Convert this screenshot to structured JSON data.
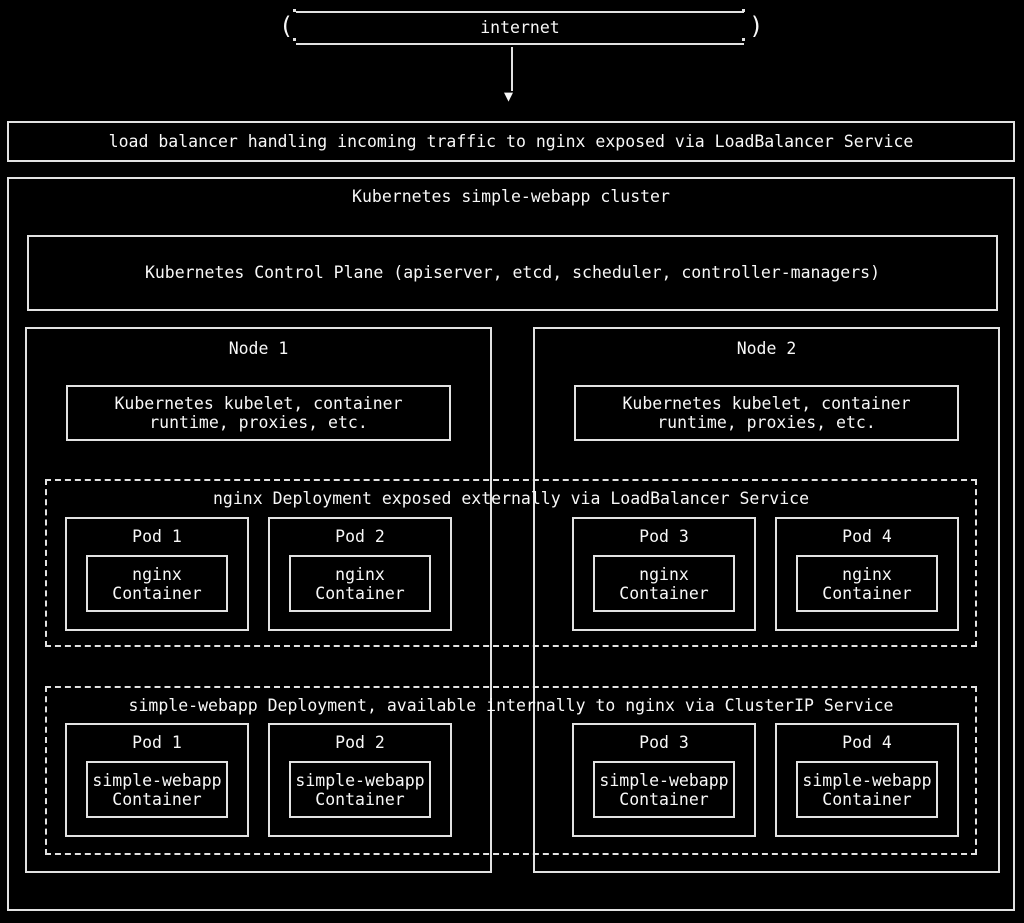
{
  "colors": {
    "background": "#000000",
    "border": "#e2e2e2",
    "text": "#f8f8f8"
  },
  "internet": {
    "label": "internet",
    "left_paren": "(",
    "right_paren": ")"
  },
  "flow": {
    "arrow_down_icon": "▼"
  },
  "load_balancer": {
    "label": "load balancer handling incoming traffic to nginx exposed via LoadBalancer Service"
  },
  "cluster": {
    "title": "Kubernetes simple-webapp cluster",
    "control_plane": {
      "label": "Kubernetes Control Plane (apiserver, etcd, scheduler, controller-managers)"
    },
    "nodes": [
      {
        "title": "Node 1",
        "kubelet_line1": "Kubernetes kubelet, container",
        "kubelet_line2": "runtime, proxies, etc."
      },
      {
        "title": "Node 2",
        "kubelet_line1": "Kubernetes kubelet, container",
        "kubelet_line2": "runtime, proxies, etc."
      }
    ],
    "deployments": [
      {
        "title": "nginx Deployment exposed externally via LoadBalancer Service",
        "pods": [
          {
            "title": "Pod 1",
            "container_line1": "nginx",
            "container_line2": "Container"
          },
          {
            "title": "Pod 2",
            "container_line1": "nginx",
            "container_line2": "Container"
          },
          {
            "title": "Pod 3",
            "container_line1": "nginx",
            "container_line2": "Container"
          },
          {
            "title": "Pod 4",
            "container_line1": "nginx",
            "container_line2": "Container"
          }
        ]
      },
      {
        "title": "simple-webapp Deployment, available internally to nginx via ClusterIP Service",
        "pods": [
          {
            "title": "Pod 1",
            "container_line1": "simple-webapp",
            "container_line2": "Container"
          },
          {
            "title": "Pod 2",
            "container_line1": "simple-webapp",
            "container_line2": "Container"
          },
          {
            "title": "Pod 3",
            "container_line1": "simple-webapp",
            "container_line2": "Container"
          },
          {
            "title": "Pod 4",
            "container_line1": "simple-webapp",
            "container_line2": "Container"
          }
        ]
      }
    ]
  }
}
